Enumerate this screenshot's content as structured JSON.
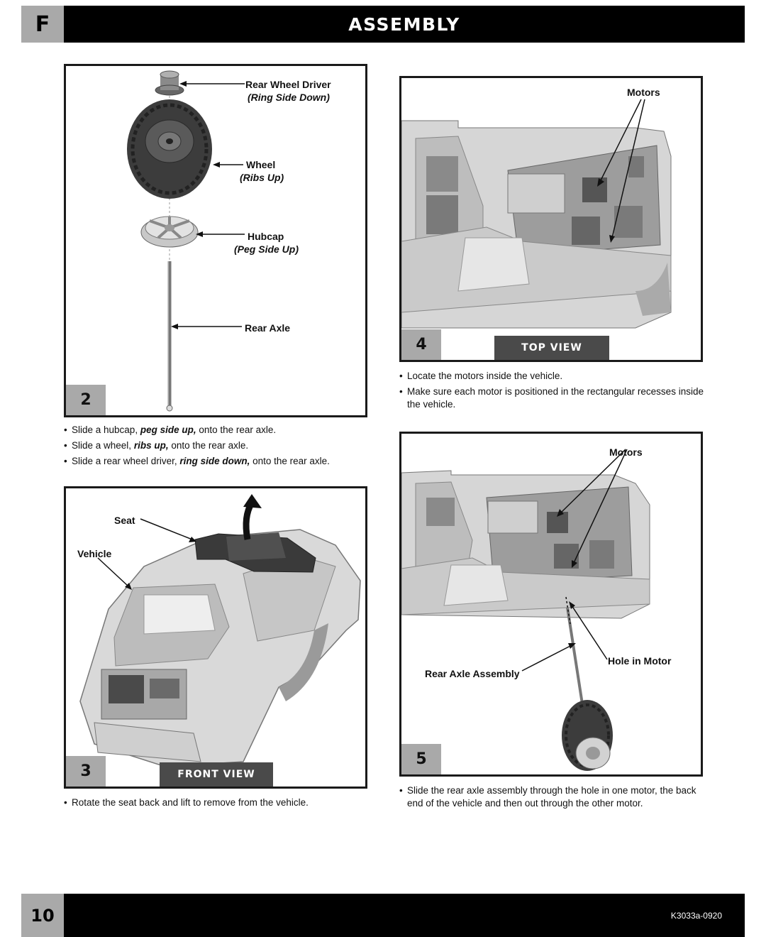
{
  "header": {
    "section_letter": "F",
    "title": "ASSEMBLY"
  },
  "footer": {
    "page_number": "10",
    "doc_code": "K3033a-0920"
  },
  "step2": {
    "number": "2",
    "labels": {
      "rear_wheel_driver": "Rear Wheel Driver",
      "rear_wheel_driver_note": "(Ring Side Down)",
      "wheel": "Wheel",
      "wheel_note": "(Ribs Up)",
      "hubcap": "Hubcap",
      "hubcap_note": "(Peg Side Up)",
      "rear_axle": "Rear Axle"
    },
    "instructions": [
      {
        "pre": "Slide a hubcap, ",
        "em": "peg side up,",
        "post": " onto the rear axle."
      },
      {
        "pre": "Slide a wheel, ",
        "em": "ribs up,",
        "post": " onto the rear axle."
      },
      {
        "pre": "Slide a rear wheel driver, ",
        "em": "ring side down,",
        "post": " onto the rear axle."
      }
    ]
  },
  "step3": {
    "number": "3",
    "view": "FRONT VIEW",
    "labels": {
      "seat": "Seat",
      "vehicle": "Vehicle"
    },
    "instructions": [
      "Rotate the seat back and lift to remove from the vehicle."
    ]
  },
  "step4": {
    "number": "4",
    "view": "TOP VIEW",
    "labels": {
      "motors": "Motors"
    },
    "instructions": [
      "Locate the motors inside the vehicle.",
      "Make sure each motor is positioned in the rectangular recesses inside the vehicle."
    ]
  },
  "step5": {
    "number": "5",
    "labels": {
      "motors": "Motors",
      "hole_in_motor": "Hole in Motor",
      "rear_axle_assembly": "Rear Axle Assembly"
    },
    "instructions": [
      "Slide the rear axle assembly through the hole in one motor, the back end of the vehicle and then out through the other motor."
    ]
  }
}
